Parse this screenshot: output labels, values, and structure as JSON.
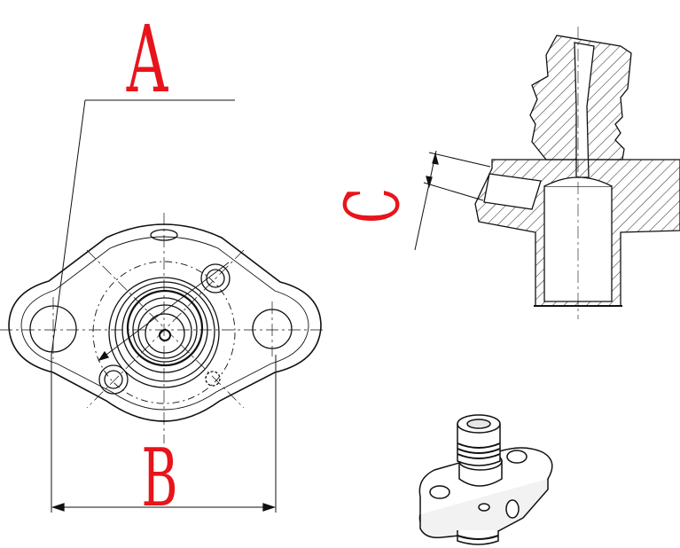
{
  "labels": {
    "a": "A",
    "b": "B",
    "c": "C"
  },
  "colors": {
    "label": "#e8141b",
    "line": "#111111",
    "hatch": "#333333",
    "background": "#ffffff"
  },
  "views": [
    "front-view-drawing",
    "section-view-drawing",
    "isometric-render"
  ]
}
